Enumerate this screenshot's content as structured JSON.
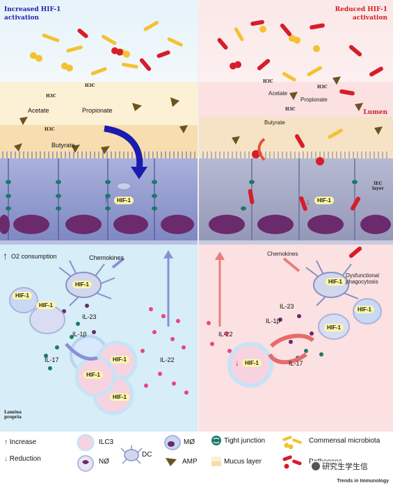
{
  "panels": {
    "left_title_line1": "Increased HIF-1",
    "left_title_line2": "activation",
    "right_title_line1": "Reduced HIF-1",
    "right_title_line2": "activation"
  },
  "labels": {
    "acetate": "Acetate",
    "propionate": "Propionate",
    "butyrate": "Butyrate",
    "lumen": "Lumen",
    "iec_layer_line1": "IEC",
    "iec_layer_line2": "layer",
    "hif1": "HIF-1",
    "o2": "O2 consumption",
    "chemokines": "Chemokines",
    "il23": "IL-23",
    "il1b": "IL-1β",
    "il17": "IL-17",
    "il22": "IL-22",
    "lamina_line1": "Lamina",
    "lamina_line2": "propria",
    "dysfunctional_line1": "Dysfunctional",
    "dysfunctional_line2": "phagocytosis",
    "h3c": "H3C"
  },
  "legend": {
    "increase": "Increase",
    "reduction": "Reduction",
    "ilc3": "ILC3",
    "dc": "DC",
    "macrophage": "MØ",
    "neutrophil": "NØ",
    "tight_junction": "Tight junction",
    "amp": "AMP",
    "mucus": "Mucus layer",
    "commensal": "Commensal microbiota",
    "pathogens": "Pathogens"
  },
  "watermark": "研究生学生信",
  "footer": "Trends in Immunology",
  "colors": {
    "increase_arrow": "#1a1aa0",
    "reduction_arrow": "#d42020",
    "left_bg": "#d8eef8",
    "right_bg": "#fbe2e2",
    "mucus": "#fbe9c2",
    "epithelium": "#8f97c7",
    "nucleus": "#6a2a6a"
  }
}
